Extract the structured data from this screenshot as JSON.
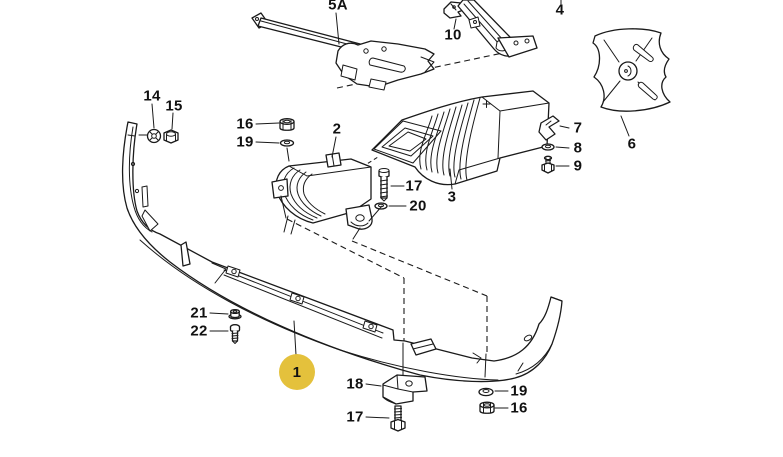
{
  "diagram": {
    "type": "exploded-parts-diagram",
    "subject": "front spoiler assembly",
    "background_color": "#ffffff",
    "line_color": "#1a1a1a",
    "highlight_color": "#e4c13c",
    "highlighted_callout": "1",
    "callouts": [
      {
        "id": "5A",
        "text": "5A"
      },
      {
        "id": "10",
        "text": "10"
      },
      {
        "id": "4",
        "text": "4"
      },
      {
        "id": "14",
        "text": "14"
      },
      {
        "id": "15",
        "text": "15"
      },
      {
        "id": "16-upper",
        "text": "16"
      },
      {
        "id": "19-upper",
        "text": "19"
      },
      {
        "id": "2",
        "text": "2"
      },
      {
        "id": "17-mid",
        "text": "17"
      },
      {
        "id": "20",
        "text": "20"
      },
      {
        "id": "3",
        "text": "3"
      },
      {
        "id": "7",
        "text": "7"
      },
      {
        "id": "8",
        "text": "8"
      },
      {
        "id": "9",
        "text": "9"
      },
      {
        "id": "6",
        "text": "6"
      },
      {
        "id": "21",
        "text": "21"
      },
      {
        "id": "22",
        "text": "22"
      },
      {
        "id": "1",
        "text": "1"
      },
      {
        "id": "18",
        "text": "18"
      },
      {
        "id": "17-bottom",
        "text": "17"
      },
      {
        "id": "19-bottom",
        "text": "19"
      },
      {
        "id": "16-bottom",
        "text": "16"
      }
    ]
  }
}
